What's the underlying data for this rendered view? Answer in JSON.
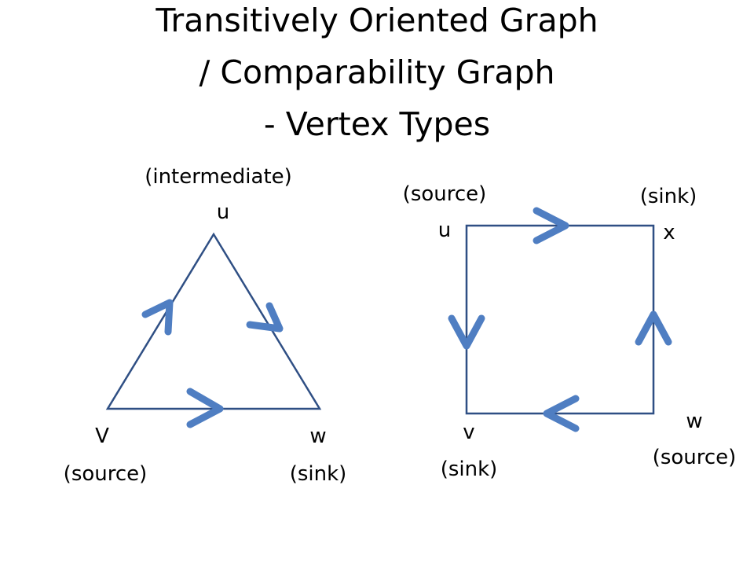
{
  "title": {
    "line1": "Transitively Oriented Graph",
    "line2": "/ Comparability Graph",
    "line3": "- Vertex Types"
  },
  "colors": {
    "edge": "#2f4f84",
    "arrow": "#4f7ec2",
    "text": "#000000",
    "background": "#ffffff"
  },
  "triangle": {
    "top": {
      "name": "u",
      "type": "(intermediate)"
    },
    "left": {
      "name": "V",
      "type": "(source)"
    },
    "right": {
      "name": "w",
      "type": "(sink)"
    }
  },
  "square": {
    "top_left": {
      "name": "u",
      "type": "(source)"
    },
    "top_right": {
      "name": "x",
      "type": "(sink)"
    },
    "bottom_left": {
      "name": "v",
      "type": "(sink)"
    },
    "bottom_right": {
      "name": "w",
      "type": "(source)"
    }
  }
}
